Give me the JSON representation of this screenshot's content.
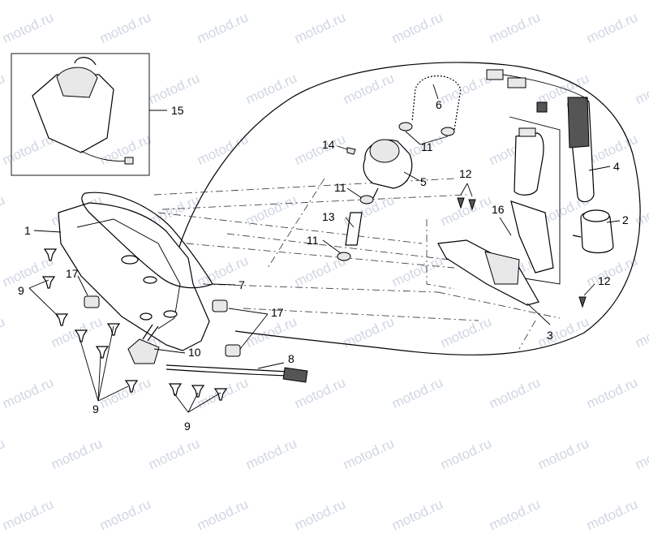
{
  "watermark": "motod.ru",
  "callouts": {
    "c1": "1",
    "c2": "2",
    "c3": "3",
    "c4": "4",
    "c5": "5",
    "c6": "6",
    "c7": "7",
    "c8": "8",
    "c9a": "9",
    "c9b": "9",
    "c9c": "9",
    "c10": "10",
    "c11a": "11",
    "c11b": "11",
    "c11c": "11",
    "c12a": "12",
    "c12b": "12",
    "c13": "13",
    "c14": "14",
    "c15": "15",
    "c16": "16",
    "c17a": "17",
    "c17b": "17"
  }
}
